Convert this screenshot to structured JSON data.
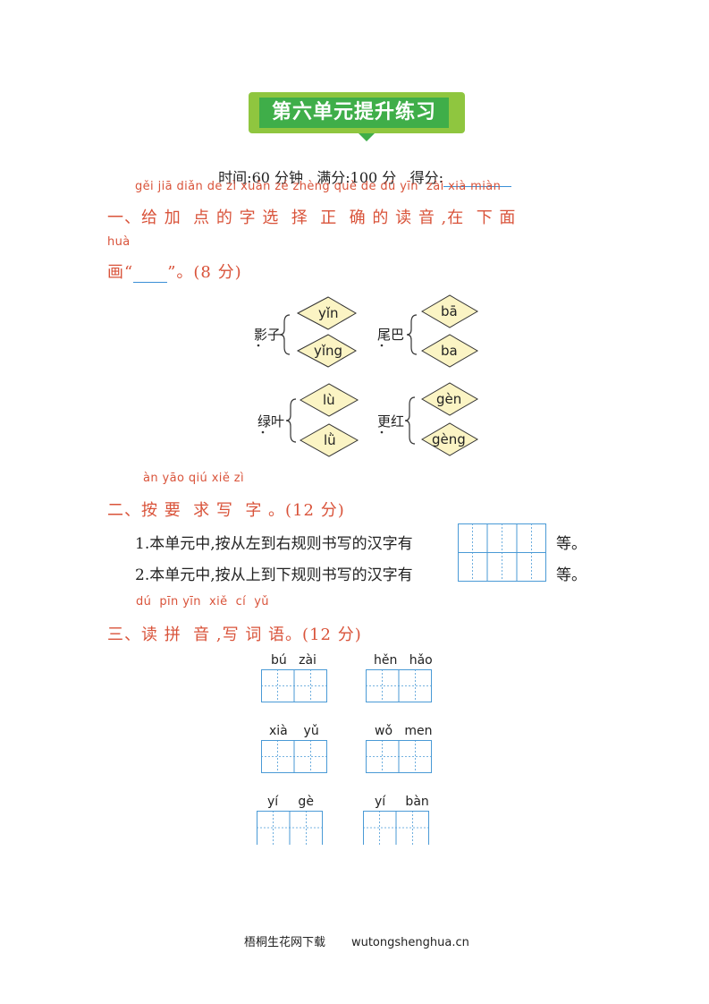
{
  "title": "第六单元提升练习",
  "score_line": {
    "time_label": "时间:60 分钟",
    "full_label": "满分:100 分",
    "score_label": "得分:"
  },
  "section1": {
    "pinyin_line": "gěi jiā diǎn de zì xuǎn zé zhèng què de dú yīn  zài xià miàn",
    "heading": "一、给 加  点 的 字 选  择  正  确 的 读 音 ,在  下 面",
    "hua_pinyin": "huà",
    "hua_line_prefix": "画“",
    "hua_line_suffix": "”。(8 分)",
    "items": [
      {
        "word": "影子",
        "options": [
          "yǐn",
          "yǐng"
        ]
      },
      {
        "word": "尾巴",
        "options": [
          "bā",
          "ba"
        ]
      },
      {
        "word": "绿叶",
        "options": [
          "lù",
          "lǜ"
        ]
      },
      {
        "word": "更红",
        "options": [
          "gèn",
          "gèng"
        ]
      }
    ]
  },
  "section2": {
    "pinyin_line": "àn yāo qiú xiě zì",
    "heading": "二、按 要  求 写  字 。(12 分)",
    "q1": "1.本单元中,按从左到右规则书写的汉字有",
    "q2": "2.本单元中,按从上到下规则书写的汉字有",
    "suffix": "等。"
  },
  "section3": {
    "pinyin_line": "dú  pīn yīn  xiě  cí  yǔ",
    "heading": "三、读 拼  音 ,写 词 语。(12 分)",
    "words": [
      {
        "pinyin": "bú   zài"
      },
      {
        "pinyin": "hěn   hǎo"
      },
      {
        "pinyin": "xià    yǔ"
      },
      {
        "pinyin": "wǒ   men"
      },
      {
        "pinyin": "yí     gè"
      },
      {
        "pinyin": "yí     bàn"
      }
    ]
  },
  "footer": {
    "site_cn": "梧桐生花网下载",
    "site_url": "wutongshenghua.cn"
  }
}
